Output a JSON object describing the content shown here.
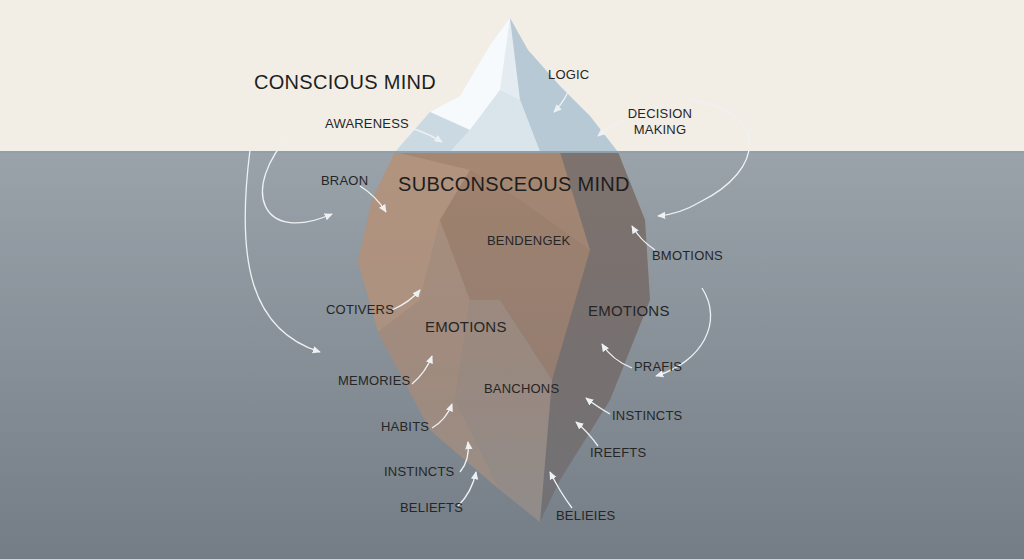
{
  "diagram": {
    "labels": [
      "CONSCIOUS MIND",
      "LOGIC",
      "DECISION MAKING",
      "AWARENESS",
      "BRAON",
      "SUBCONSCEOUS MIND",
      "BENDENGEK",
      "BMOTIONS",
      "COTIVERS",
      "EMOTIONS",
      "EMOTIONS",
      "PRAFIS",
      "MEMORIES",
      "BANCHONS",
      "INSTINCTS",
      "HABITS",
      "IREEFTS",
      "INSTINCTS",
      "BELIEFTS",
      "BELIEIES"
    ]
  }
}
